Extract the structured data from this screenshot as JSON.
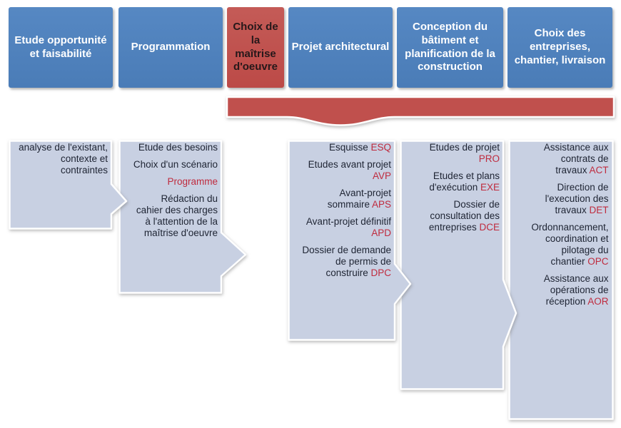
{
  "palette": {
    "header_blue": "#4e80bc",
    "accent_red": "#c0504d",
    "light_blue": "#c8d0e2",
    "dark_text": "#1e2433",
    "red_text": "#bf2b3e"
  },
  "phases": [
    {
      "label": "Etude opportunité et faisabilité",
      "style": "blue"
    },
    {
      "label": "Programmation",
      "style": "blue"
    },
    {
      "label": "Choix de la maîtrise d'oeuvre",
      "style": "red"
    },
    {
      "label": "Projet architectural",
      "style": "blue"
    },
    {
      "label": "Conception du bâtiment et planification de la construction",
      "style": "blue"
    },
    {
      "label": "Choix des entreprises, chantier, livraison",
      "style": "blue"
    }
  ],
  "details": [
    {
      "items": [
        {
          "text": "analyse de l'existant, contexte et contraintes"
        }
      ]
    },
    {
      "items": [
        {
          "text": "Etude des besoins"
        },
        {
          "text": "Choix d'un scénario"
        },
        {
          "text": "Programme",
          "red": true
        },
        {
          "text": "Rédaction du cahier des charges à l'attention de la maîtrise d'oeuvre"
        }
      ]
    },
    {
      "items": [
        {
          "text": "Esquisse",
          "tag": "ESQ"
        },
        {
          "text": "Etudes avant projet",
          "tag": "AVP"
        },
        {
          "text": "Avant-projet sommaire",
          "tag": "APS"
        },
        {
          "text": "Avant-projet définitif",
          "tag": "APD"
        },
        {
          "text": "Dossier de demande de permis de construire",
          "tag": "DPC"
        }
      ]
    },
    {
      "items": [
        {
          "text": "Etudes de projet",
          "tag": "PRO"
        },
        {
          "text": "Etudes et plans d'exécution",
          "tag": "EXE"
        },
        {
          "text": "Dossier de consultation des entreprises",
          "tag": "DCE"
        }
      ]
    },
    {
      "items": [
        {
          "text": "Assistance aux contrats de travaux",
          "tag": "ACT"
        },
        {
          "text": "Direction de l'execution des travaux",
          "tag": "DET"
        },
        {
          "text": "Ordonnancement, coordination et pilotage du chantier",
          "tag": "OPC"
        },
        {
          "text": "Assistance aux opérations de réception",
          "tag": "AOR"
        }
      ]
    }
  ]
}
